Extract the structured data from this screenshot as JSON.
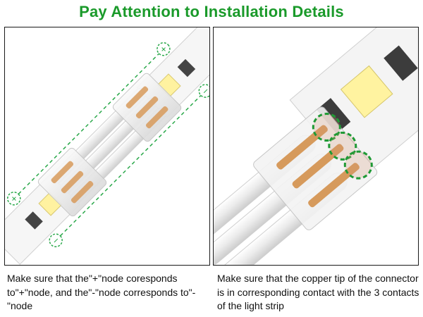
{
  "header": {
    "title": "Pay Attention to Installation Details"
  },
  "left_panel": {
    "caption": "Make sure that the\"+\"node coresponds to\"+\"node, and the\"-\"node corresponds to\"-\"node",
    "plus_sign": "+",
    "minus_sign": "−"
  },
  "right_panel": {
    "caption": "Make sure that the copper tip of the connector is in corresponding contact with the 3 contacts of the light strip",
    "plus_sign": "+"
  },
  "colors": {
    "title": "#1a9a2a",
    "guide_green": "#2aa84a",
    "strip_white": "#f4f4f4",
    "led_yellow": "#fff3a0",
    "copper": "#d79a5a"
  }
}
